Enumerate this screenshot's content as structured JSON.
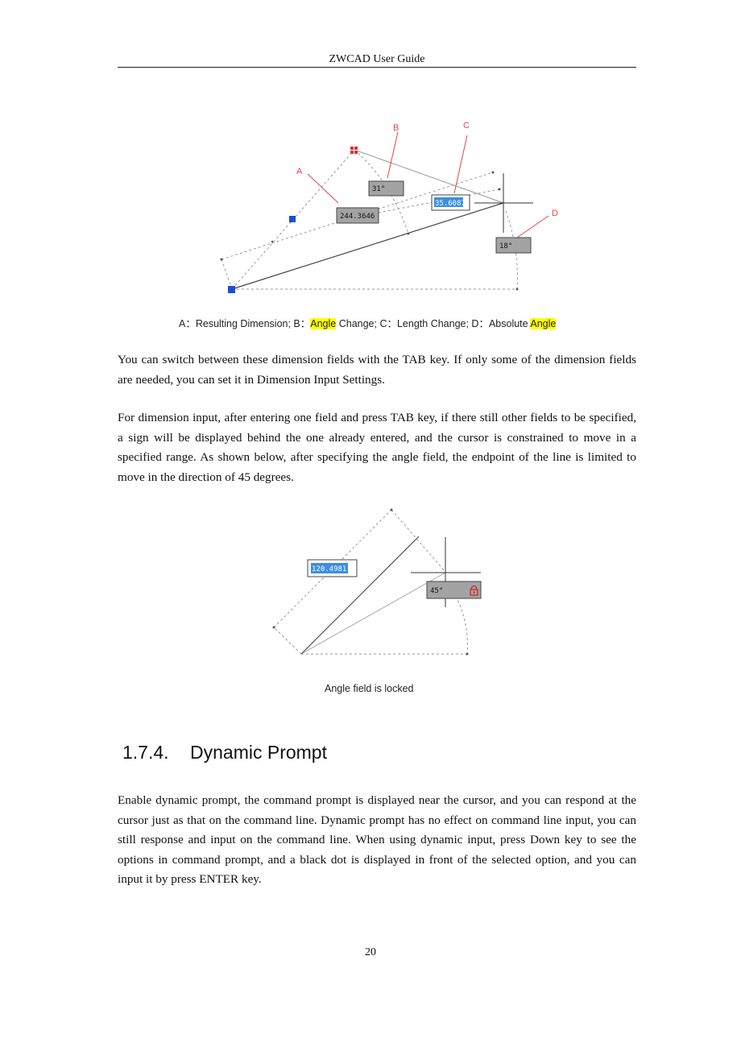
{
  "header": {
    "title": "ZWCAD User Guide"
  },
  "figure1": {
    "labels": {
      "a": "A",
      "b": "B",
      "c": "C",
      "d": "D"
    },
    "fields": {
      "resulting_dimension": "244.3646",
      "angle_change": "31°",
      "length_change": "35.6087",
      "absolute_angle": "18°"
    },
    "caption": {
      "part1": "A：Resulting Dimension; B：",
      "hl1": "Angle",
      "part2": " Change; C：Length Change; D：Absolute ",
      "hl2": "Angle"
    }
  },
  "paragraphs": {
    "p1": "You can switch between these dimension fields with the TAB key. If only some of the dimension fields are needed, you can set it in Dimension Input Settings.",
    "p2": "For dimension input, after entering one field and press TAB key, if there still other fields to be specified, a sign will be displayed behind the one already entered, and the cursor is constrained to move in a specified range. As shown below, after specifying the angle field, the endpoint of the line is limited to move in the direction of 45 degrees.",
    "p3": "Enable dynamic prompt, the command prompt is displayed near the cursor, and you can respond at the cursor just as that on the command line. Dynamic prompt has no effect on command line input, you can still response and input on the command line. When using dynamic input, press Down key to see the options in command prompt, and a black dot is displayed in front of the selected option, and you can input it by press ENTER key."
  },
  "figure2": {
    "fields": {
      "length": "120.4981",
      "angle": "45°"
    },
    "caption": "Angle field is locked"
  },
  "section": {
    "number": "1.7.4.",
    "title": "Dynamic Prompt"
  },
  "footer": {
    "page_number": "20"
  },
  "colors": {
    "annotation_red": "#e8434a",
    "grip_blue": "#1a4fd6",
    "highlight_field": "#3b8fe0",
    "field_gray": "#a3a3a3",
    "text_highlight": "#ffff00"
  },
  "icons": {
    "lock": "lock-icon",
    "crosshair": "crosshair-cursor-icon"
  }
}
